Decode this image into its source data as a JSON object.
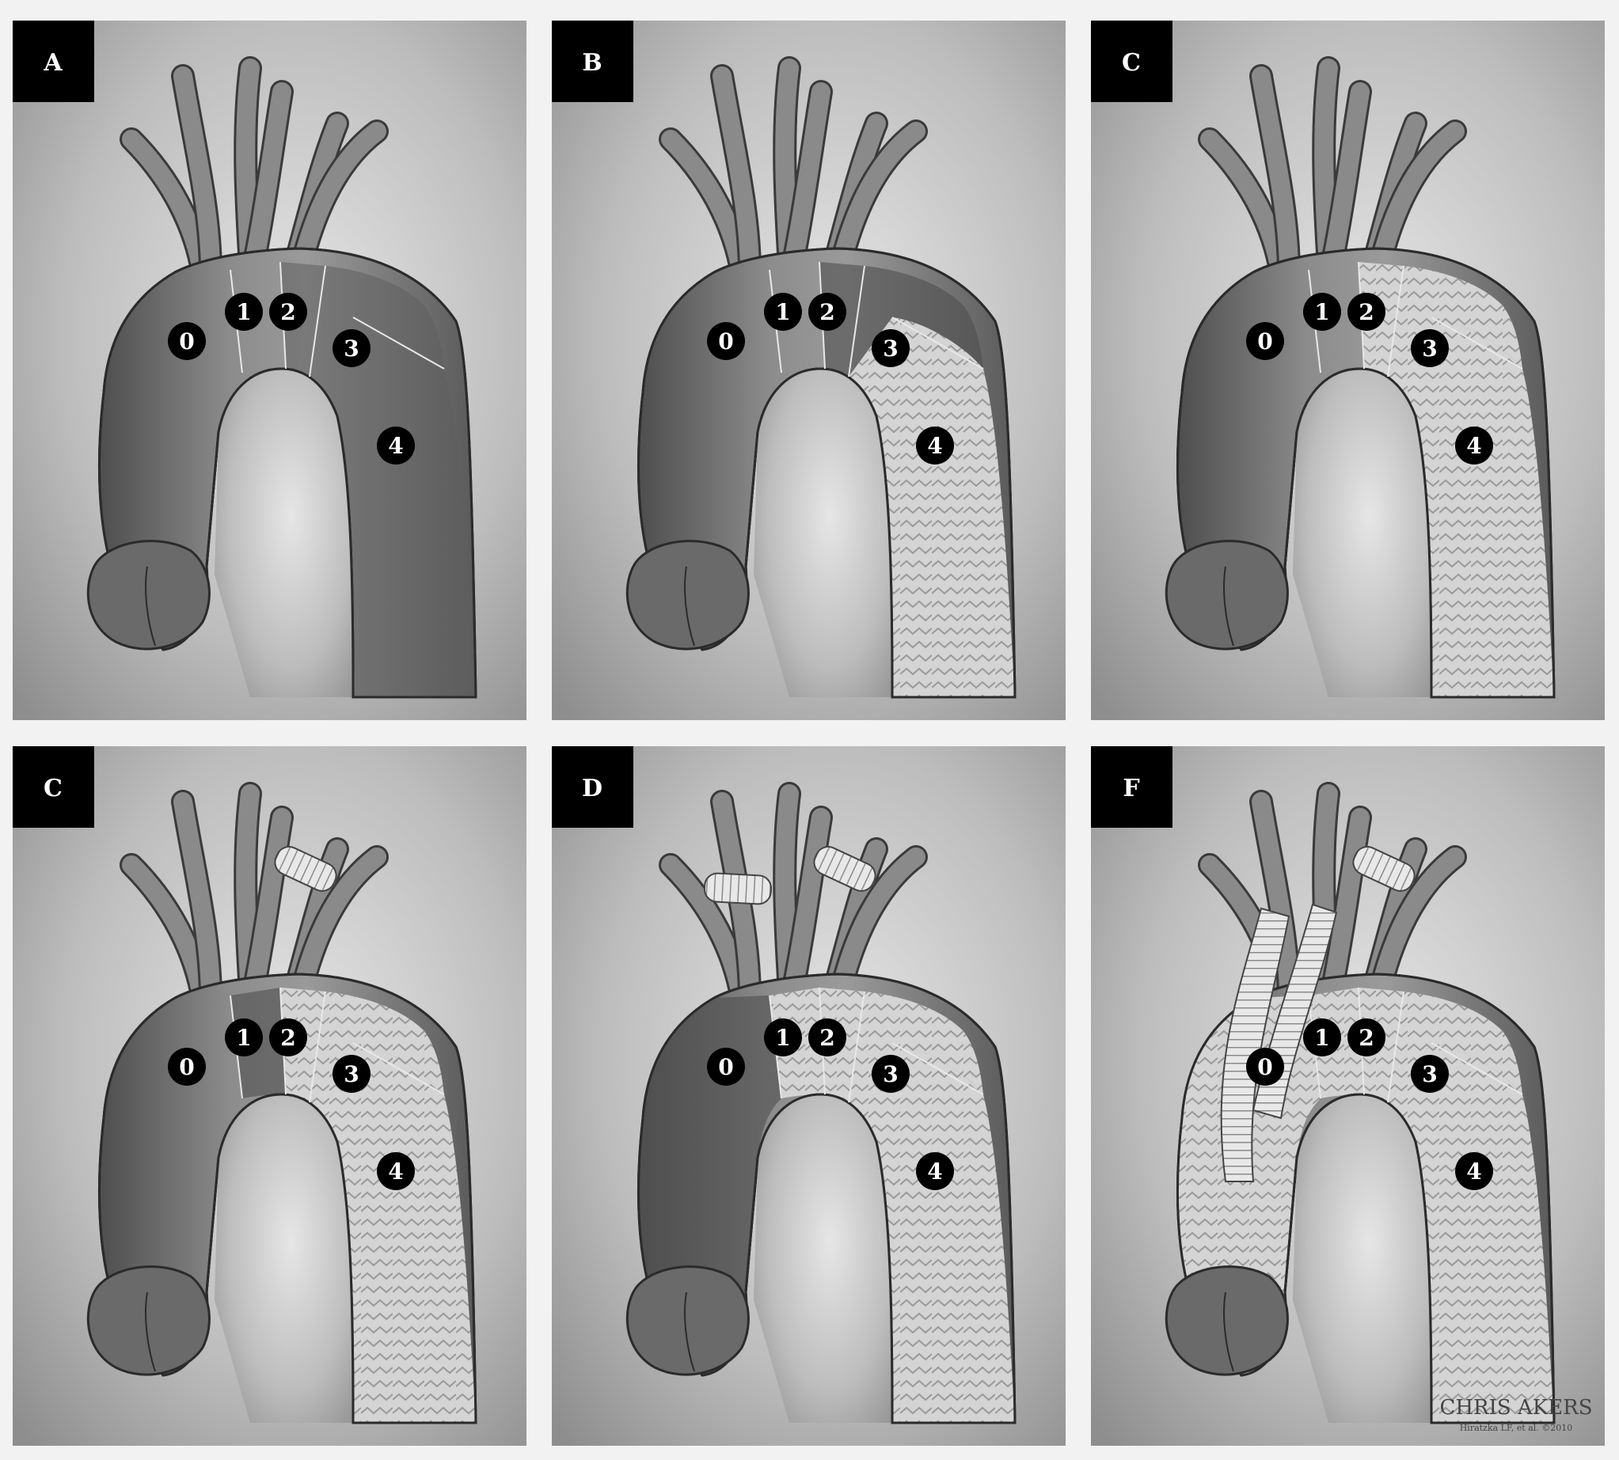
{
  "figure": {
    "panels": [
      {
        "label": "A",
        "zones": [
          "0",
          "1",
          "2",
          "3",
          "4"
        ],
        "stent_zones": [],
        "grafts": []
      },
      {
        "label": "B",
        "zones": [
          "0",
          "1",
          "2",
          "3",
          "4"
        ],
        "stent_zones": [
          "4"
        ],
        "grafts": []
      },
      {
        "label": "C",
        "zones": [
          "0",
          "1",
          "2",
          "3",
          "4"
        ],
        "stent_zones": [
          "3",
          "4"
        ],
        "grafts": []
      },
      {
        "label": "C",
        "zones": [
          "0",
          "1",
          "2",
          "3",
          "4"
        ],
        "stent_zones": [
          "2",
          "3",
          "4"
        ],
        "grafts": [
          "left-carotid-subclavian-bypass"
        ]
      },
      {
        "label": "D",
        "zones": [
          "0",
          "1",
          "2",
          "3",
          "4"
        ],
        "stent_zones": [
          "1",
          "2",
          "3",
          "4"
        ],
        "grafts": [
          "left-carotid-subclavian-bypass",
          "carotid-carotid-bypass"
        ]
      },
      {
        "label": "F",
        "zones": [
          "0",
          "1",
          "2",
          "3",
          "4"
        ],
        "stent_zones": [
          "0",
          "1",
          "2",
          "3",
          "4"
        ],
        "grafts": [
          "left-carotid-subclavian-bypass",
          "ascending-aortic-debranching"
        ]
      }
    ],
    "signature": {
      "name": "CHRIS AKERS",
      "credit": "Hiratzka LF, et al. ©2010"
    },
    "colors": {
      "background": "#f2f2f2",
      "aorta_native": "#7a7a7a",
      "aorta_dark_zone": "#5e5e5e",
      "stent_fill": "#d2d2d2",
      "label_box": "#000000",
      "zone_marker": "#000000"
    }
  }
}
